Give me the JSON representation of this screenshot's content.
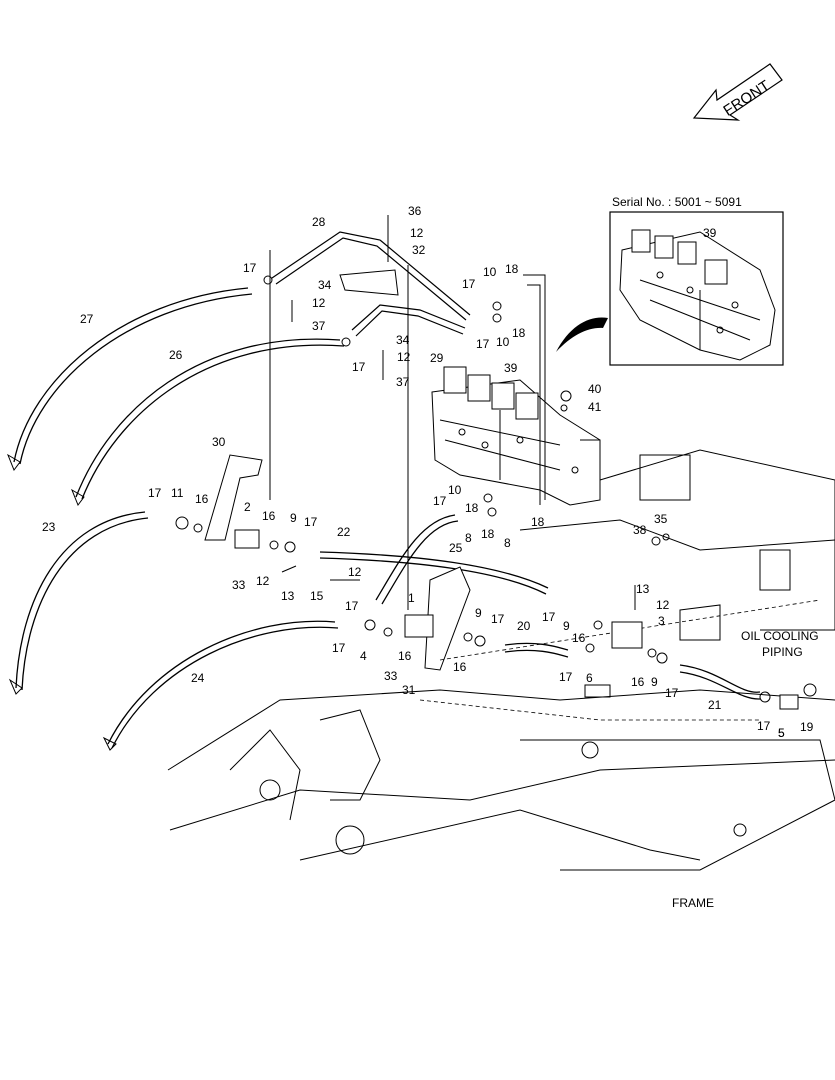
{
  "direction_label": "FRONT",
  "serial_label": "Serial No. : 5001 ~ 5091",
  "oil_cooling_label_line1": "OIL COOLING",
  "oil_cooling_label_line2": "PIPING",
  "frame_label": "FRAME",
  "callouts": [
    {
      "id": "c1",
      "text": "1"
    },
    {
      "id": "c2",
      "text": "2"
    },
    {
      "id": "c3",
      "text": "3"
    },
    {
      "id": "c4",
      "text": "4"
    },
    {
      "id": "c5a",
      "text": "5"
    },
    {
      "id": "c5b",
      "text": "5"
    },
    {
      "id": "c6",
      "text": "6"
    },
    {
      "id": "c8a",
      "text": "8"
    },
    {
      "id": "c8b",
      "text": "8"
    },
    {
      "id": "c9a",
      "text": "9"
    },
    {
      "id": "c9b",
      "text": "9"
    },
    {
      "id": "c9c",
      "text": "9"
    },
    {
      "id": "c9d",
      "text": "9"
    },
    {
      "id": "c10a",
      "text": "10"
    },
    {
      "id": "c10b",
      "text": "10"
    },
    {
      "id": "c10c",
      "text": "10"
    },
    {
      "id": "c11",
      "text": "11"
    },
    {
      "id": "c12a",
      "text": "12"
    },
    {
      "id": "c12b",
      "text": "12"
    },
    {
      "id": "c12c",
      "text": "12"
    },
    {
      "id": "c12d",
      "text": "12"
    },
    {
      "id": "c12e",
      "text": "12"
    },
    {
      "id": "c12f",
      "text": "12"
    },
    {
      "id": "c13a",
      "text": "13"
    },
    {
      "id": "c13b",
      "text": "13"
    },
    {
      "id": "c15",
      "text": "15"
    },
    {
      "id": "c16a",
      "text": "16"
    },
    {
      "id": "c16b",
      "text": "16"
    },
    {
      "id": "c16c",
      "text": "16"
    },
    {
      "id": "c16d",
      "text": "16"
    },
    {
      "id": "c16e",
      "text": "16"
    },
    {
      "id": "c16f",
      "text": "16"
    },
    {
      "id": "c17a",
      "text": "17"
    },
    {
      "id": "c17b",
      "text": "17"
    },
    {
      "id": "c17c",
      "text": "17"
    },
    {
      "id": "c17d",
      "text": "17"
    },
    {
      "id": "c17e",
      "text": "17"
    },
    {
      "id": "c17f",
      "text": "17"
    },
    {
      "id": "c17g",
      "text": "17"
    },
    {
      "id": "c17h",
      "text": "17"
    },
    {
      "id": "c17i",
      "text": "17"
    },
    {
      "id": "c17j",
      "text": "17"
    },
    {
      "id": "c17k",
      "text": "17"
    },
    {
      "id": "c17l",
      "text": "17"
    },
    {
      "id": "c17m",
      "text": "17"
    },
    {
      "id": "c17n",
      "text": "17"
    },
    {
      "id": "c18a",
      "text": "18"
    },
    {
      "id": "c18b",
      "text": "18"
    },
    {
      "id": "c18c",
      "text": "18"
    },
    {
      "id": "c18d",
      "text": "18"
    },
    {
      "id": "c18e",
      "text": "18"
    },
    {
      "id": "c19",
      "text": "19"
    },
    {
      "id": "c20",
      "text": "20"
    },
    {
      "id": "c21",
      "text": "21"
    },
    {
      "id": "c22",
      "text": "22"
    },
    {
      "id": "c23",
      "text": "23"
    },
    {
      "id": "c24",
      "text": "24"
    },
    {
      "id": "c25",
      "text": "25"
    },
    {
      "id": "c26",
      "text": "26"
    },
    {
      "id": "c27",
      "text": "27"
    },
    {
      "id": "c28",
      "text": "28"
    },
    {
      "id": "c29",
      "text": "29"
    },
    {
      "id": "c30",
      "text": "30"
    },
    {
      "id": "c31",
      "text": "31"
    },
    {
      "id": "c32",
      "text": "32"
    },
    {
      "id": "c33a",
      "text": "33"
    },
    {
      "id": "c33b",
      "text": "33"
    },
    {
      "id": "c34a",
      "text": "34"
    },
    {
      "id": "c34b",
      "text": "34"
    },
    {
      "id": "c35",
      "text": "35"
    },
    {
      "id": "c36",
      "text": "36"
    },
    {
      "id": "c37a",
      "text": "37"
    },
    {
      "id": "c37b",
      "text": "37"
    },
    {
      "id": "c38",
      "text": "38"
    },
    {
      "id": "c39a",
      "text": "39"
    },
    {
      "id": "c39b",
      "text": "39"
    },
    {
      "id": "c40",
      "text": "40"
    },
    {
      "id": "c41",
      "text": "41"
    }
  ]
}
